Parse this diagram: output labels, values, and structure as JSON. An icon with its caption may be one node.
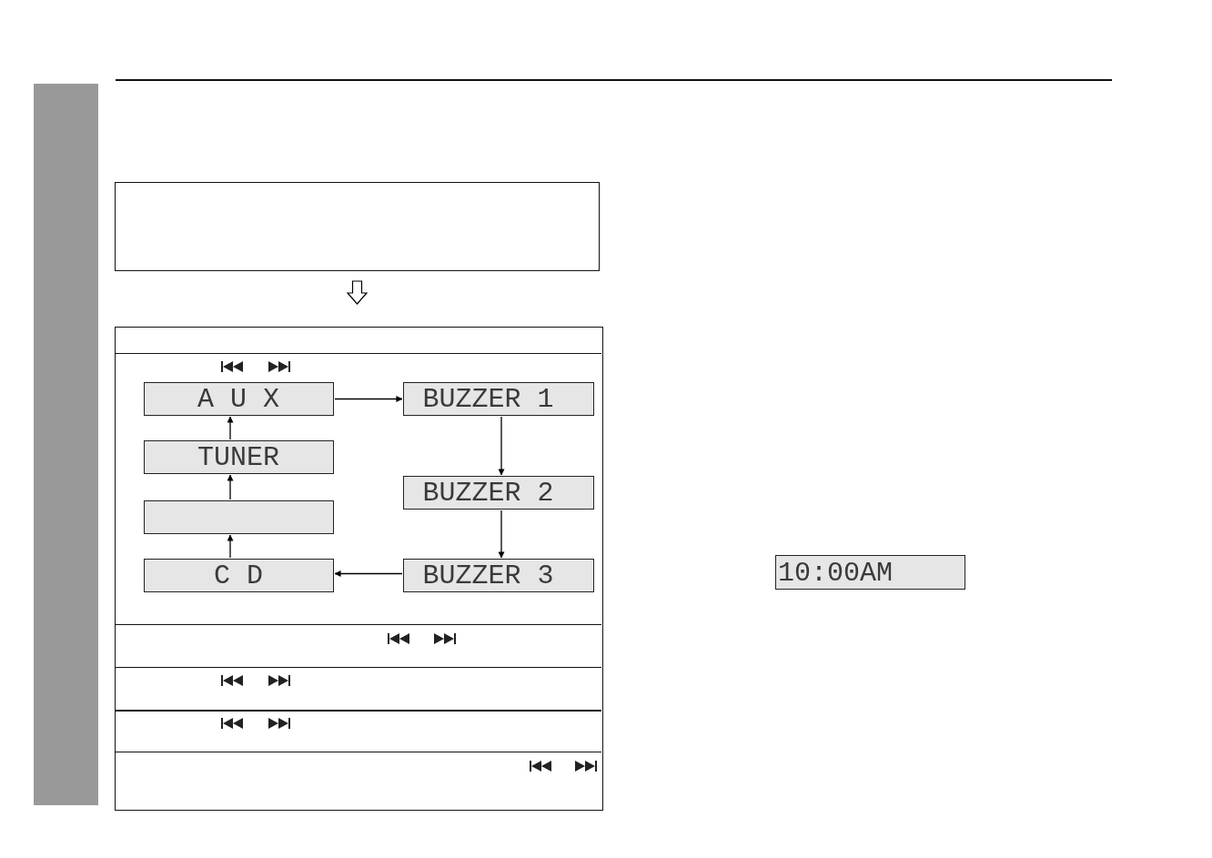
{
  "diagram": {
    "nodes": [
      {
        "text": [],
        "shape": "bar"
      },
      {
        "text": [],
        "shape": "box"
      },
      {
        "text": [],
        "shape": "box"
      },
      {
        "text": [
          "A U X"
        ],
        "in": 2
      },
      {
        "text": [
          "BUZZER 1"
        ],
        "in": 2
      },
      {
        "text": [
          "TUNER"
        ],
        "in": 2
      },
      {
        "text": [
          "BUZZER 2"
        ],
        "in": 2
      },
      {
        "text": [],
        "shape": "box",
        "in": 2
      },
      {
        "text": [
          "BUZZER 3"
        ],
        "in": 2
      },
      {
        "text": [
          "C D"
        ],
        "in": 2
      },
      {
        "text": [
          "10:00AM"
        ]
      }
    ],
    "edges": [
      {
        "from": 1,
        "to": 2,
        "arrow": "to",
        "style": "thick"
      },
      {
        "from": 3,
        "to": 4,
        "arrow": "to"
      },
      {
        "from": 4,
        "to": 6,
        "arrow": "to"
      },
      {
        "from": 6,
        "to": 8,
        "arrow": "to"
      },
      {
        "from": 8,
        "to": 9,
        "arrow": "to"
      },
      {
        "from": 9,
        "to": 7,
        "arrow": "to"
      },
      {
        "from": 7,
        "to": 5,
        "arrow": "to"
      },
      {
        "from": 5,
        "to": 3,
        "arrow": "to"
      }
    ]
  }
}
